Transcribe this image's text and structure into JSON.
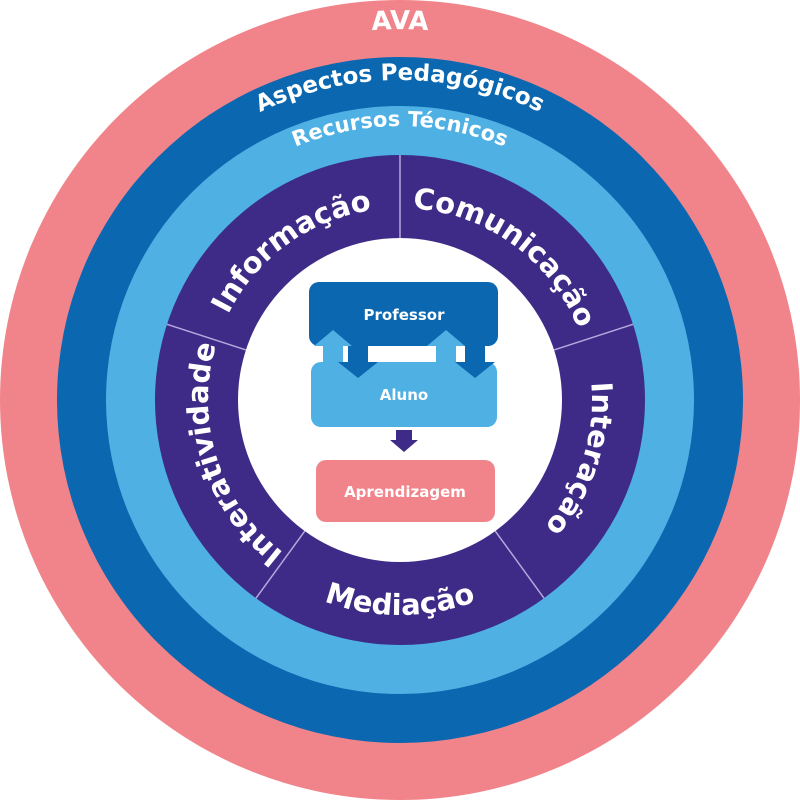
{
  "colors": {
    "ava": "#f0848a",
    "aspectos": "#0a67b0",
    "recursos": "#4fb0e4",
    "sectors": "#3d2b87",
    "divider": "#b7a8de",
    "center": "#ffffff",
    "professor_box": "#0a67b0",
    "aluno_box": "#4fb0e4",
    "aprendizagem_box": "#f0848a",
    "down_arrow": "#3d2b87",
    "text": "#ffffff"
  },
  "rings": {
    "ava": "AVA",
    "aspectos": "Aspectos Pedagógicos",
    "recursos": "Recursos Técnicos"
  },
  "sectors": [
    {
      "label": "Comunicação"
    },
    {
      "label": "Interação"
    },
    {
      "label": "Mediação"
    },
    {
      "label": "Interatividade"
    },
    {
      "label": "Informação"
    }
  ],
  "center": {
    "professor": "Professor",
    "aluno": "Aluno",
    "aprendizagem": "Aprendizagem"
  }
}
